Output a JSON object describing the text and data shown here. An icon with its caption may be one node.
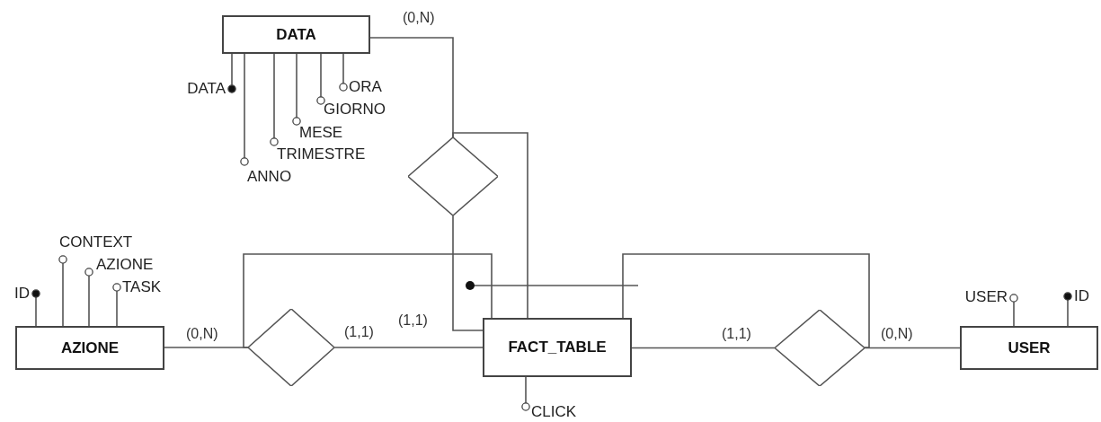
{
  "diagram": {
    "nodes": [
      {
        "text": [
          "DATA"
        ]
      },
      {
        "text": [
          "DATA"
        ]
      },
      {
        "text": [
          "ANNO"
        ]
      },
      {
        "text": [
          "TRIMESTRE"
        ]
      },
      {
        "text": [
          "MESE"
        ]
      },
      {
        "text": [
          "GIORNO"
        ]
      },
      {
        "text": [
          "ORA"
        ]
      },
      {
        "text": [],
        "shape": "diamond"
      },
      {
        "text": [
          "ID"
        ]
      },
      {
        "text": [
          "CONTEXT"
        ]
      },
      {
        "text": [
          "AZIONE"
        ]
      },
      {
        "text": [
          "TASK"
        ]
      },
      {
        "text": [
          "AZIONE"
        ]
      },
      {
        "text": [],
        "shape": "diamond"
      },
      {
        "text": [
          "FACT_TABLE"
        ]
      },
      {
        "text": [],
        "shape": "diamond"
      },
      {
        "text": [
          "USER"
        ]
      },
      {
        "text": [
          "ID"
        ]
      },
      {
        "text": [
          "USER"
        ]
      },
      {
        "text": [
          "CLICK"
        ]
      }
    ],
    "edges": [
      {
        "from": 0,
        "to": 1,
        "arrow": "other"
      },
      {
        "from": 0,
        "to": 2,
        "arrow": "other"
      },
      {
        "from": 0,
        "to": 3,
        "arrow": "other"
      },
      {
        "from": 0,
        "to": 4,
        "arrow": "other"
      },
      {
        "from": 0,
        "to": 5,
        "arrow": "other"
      },
      {
        "from": 0,
        "to": 6,
        "arrow": "other"
      },
      {
        "from": 0,
        "to": 7,
        "arrow": "none",
        "label": "(0,N)"
      },
      {
        "from": 7,
        "to": 14,
        "arrow": "none",
        "label": "(1,1)"
      },
      {
        "from": 7,
        "to": 14,
        "arrow": "none"
      },
      {
        "from": 12,
        "to": 8,
        "arrow": "other"
      },
      {
        "from": 12,
        "to": 9,
        "arrow": "other"
      },
      {
        "from": 12,
        "to": 10,
        "arrow": "other"
      },
      {
        "from": 12,
        "to": 11,
        "arrow": "other"
      },
      {
        "from": 12,
        "to": 13,
        "arrow": "none",
        "label": "(0,N)"
      },
      {
        "from": 13,
        "to": 14,
        "arrow": "none",
        "label": "(1,1)"
      },
      {
        "from": 13,
        "to": 14,
        "arrow": "none"
      },
      {
        "from": 14,
        "to": 15,
        "arrow": "none",
        "label": "(1,1)"
      },
      {
        "from": 15,
        "to": 18,
        "arrow": "none",
        "label": "(0,N)"
      },
      {
        "from": 15,
        "to": 14,
        "arrow": "none"
      },
      {
        "from": 18,
        "to": 16,
        "arrow": "other"
      },
      {
        "from": 18,
        "to": 17,
        "arrow": "other"
      },
      {
        "from": 14,
        "to": 19,
        "arrow": "other"
      }
    ]
  }
}
